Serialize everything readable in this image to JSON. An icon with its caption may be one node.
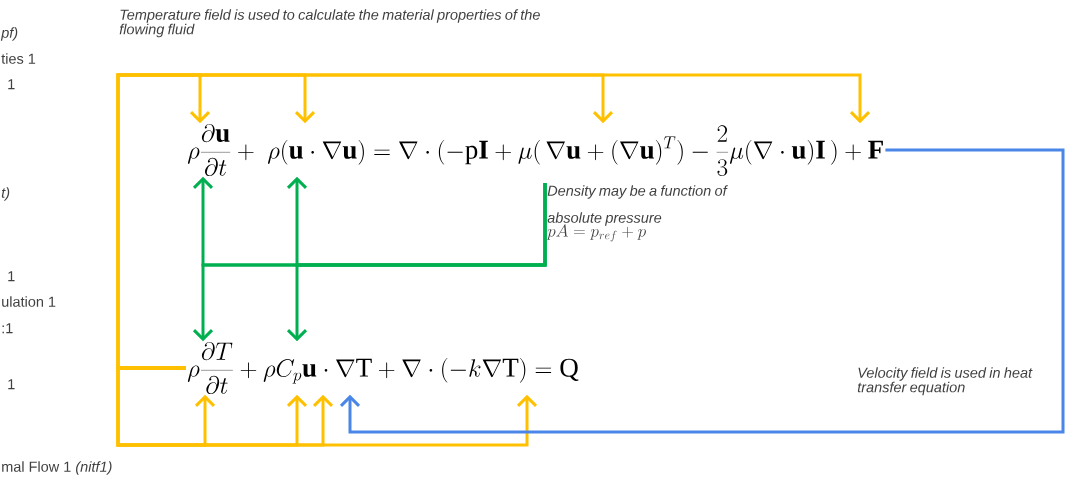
{
  "diagram": {
    "nodes": [
      {
        "text": [
          "\\rho\\frac{\\partial\\mathbf{u}}{\\partial t}+\\;\\rho(\\mathbf{u}\\cdot\\nabla\\mathbf{u})=\\nabla\\cdot(-\\mathrm{p}\\mathbf{I}+\\mu(\\,\\nabla\\mathbf{u}+(\\nabla\\mathbf{u})^{T})-\\frac{2}{3}\\mu(\\nabla\\cdot\\mathbf{u})\\mathbf{I}\\,)+\\mathbf{F}"
        ]
      },
      {
        "text": [
          "\\rho\\frac{\\partial T}{\\partial t}+\\rho C_{p}\\mathbf{u}\\cdot\\nabla\\mathrm{T}+\\nabla\\cdot(-k\\nabla\\mathrm{T})=\\mathrm{Q}"
        ]
      },
      {
        "text": [
          "Density may be a function of absolute pressure",
          "pA=p_{ref}+p"
        ]
      }
    ],
    "edges": [
      {
        "from": 1,
        "to": 0,
        "arrow": "to"
      },
      {
        "from": 1,
        "to": 0,
        "arrow": "to"
      },
      {
        "from": 1,
        "to": 0,
        "arrow": "to"
      },
      {
        "from": 1,
        "to": 0,
        "arrow": "to"
      },
      {
        "from": 1,
        "to": 1,
        "arrow": "to"
      },
      {
        "from": 1,
        "to": 1,
        "arrow": "to"
      },
      {
        "from": 1,
        "to": 1,
        "arrow": "to"
      },
      {
        "from": 1,
        "to": 1,
        "arrow": "to"
      },
      {
        "from": 2,
        "to": 0,
        "arrow": "to",
        "color": "#00b050"
      },
      {
        "from": 2,
        "to": 0,
        "arrow": "to",
        "color": "#00b050"
      },
      {
        "from": 2,
        "to": 1,
        "arrow": "to",
        "color": "#00b050"
      },
      {
        "from": 2,
        "to": 1,
        "arrow": "to",
        "color": "#00b050"
      },
      {
        "from": 0,
        "to": 1,
        "arrow": "to",
        "color": "#4a86e8"
      }
    ],
    "labels": [
      "Temperature field is used to calculate the material properties of the flowing fluid",
      "pf)",
      "ties 1",
      "1",
      "t)",
      "1",
      "ulation 1",
      ":1",
      "1",
      "Velocity field is used in heat transfer equation",
      "mal Flow 1 *(nitf1)*"
    ]
  }
}
